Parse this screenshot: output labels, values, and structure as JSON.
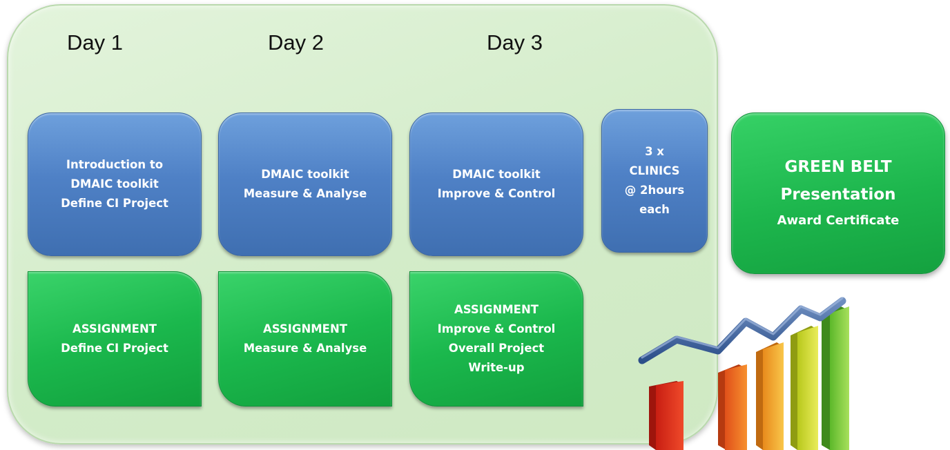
{
  "days": [
    "Day 1",
    "Day 2",
    "Day 3"
  ],
  "sessions": [
    [
      "Introduction to",
      "DMAIC toolkit",
      "Define CI  Project"
    ],
    [
      "DMAIC toolkit",
      "Measure & Analyse"
    ],
    [
      "DMAIC toolkit",
      "Improve & Control"
    ]
  ],
  "clinics": [
    "3 x",
    "CLINICS",
    "@ 2hours",
    "each"
  ],
  "assignments": [
    [
      "ASSIGNMENT",
      "Define CI Project"
    ],
    [
      "ASSIGNMENT",
      "Measure & Analyse"
    ],
    [
      "ASSIGNMENT",
      "Improve & Control",
      "Overall Project",
      "Write-up"
    ]
  ],
  "award": {
    "line1": "GREEN BELT",
    "line2": "Presentation",
    "line3": "Award Certificate"
  },
  "colors": {
    "panel": "#d6eecd",
    "blue_box": "#4f81c6",
    "green_box": "#1db64d"
  },
  "decoration": "bar-chart-with-trend-line-icon"
}
